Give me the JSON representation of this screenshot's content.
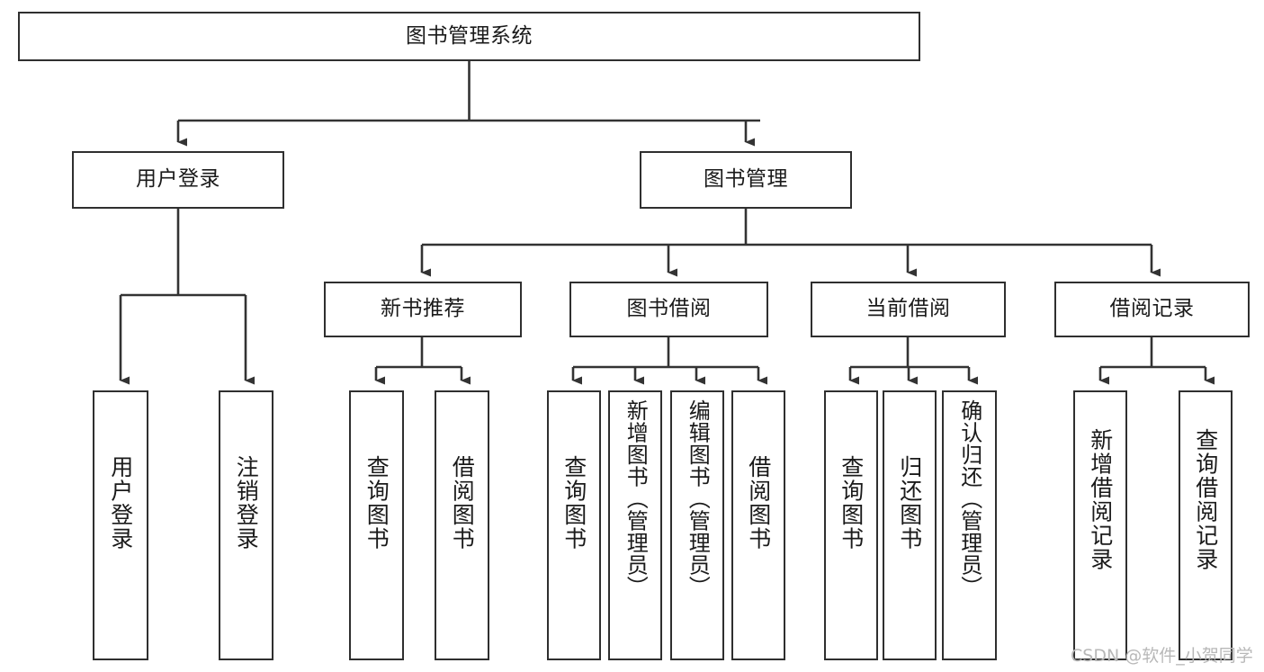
{
  "diagram": {
    "title": "图书管理系统",
    "type": "tree-hierarchy-chart",
    "root": {
      "id": "root",
      "label": "图书管理系统"
    },
    "level2": [
      {
        "id": "user-login",
        "label": "用户登录"
      },
      {
        "id": "book-management",
        "label": "图书管理"
      }
    ],
    "level3": [
      {
        "id": "new-book-recommend",
        "label": "新书推荐"
      },
      {
        "id": "book-borrow",
        "label": "图书借阅"
      },
      {
        "id": "current-borrow",
        "label": "当前借阅"
      },
      {
        "id": "borrow-record",
        "label": "借阅记录"
      }
    ],
    "leaves": {
      "user_login": [
        {
          "id": "leaf-user-login",
          "label": "用户登录"
        },
        {
          "id": "leaf-logout-login",
          "label": "注销登录"
        }
      ],
      "new_book_recommend": [
        {
          "id": "leaf-query-book-1",
          "label": "查询图书"
        },
        {
          "id": "leaf-borrow-book-1",
          "label": "借阅图书"
        }
      ],
      "book_borrow": [
        {
          "id": "leaf-query-book-2",
          "label": "查询图书"
        },
        {
          "id": "leaf-add-book",
          "label": "新增图书（管理员）"
        },
        {
          "id": "leaf-edit-book",
          "label": "编辑图书（管理员）"
        },
        {
          "id": "leaf-borrow-book-2",
          "label": "借阅图书"
        }
      ],
      "current_borrow": [
        {
          "id": "leaf-query-book-3",
          "label": "查询图书"
        },
        {
          "id": "leaf-return-book",
          "label": "归还图书"
        },
        {
          "id": "leaf-confirm-return",
          "label": "确认归还（管理员）"
        }
      ],
      "borrow_record": [
        {
          "id": "leaf-add-record",
          "label": "新增借阅记录"
        },
        {
          "id": "leaf-query-record",
          "label": "查询借阅记录"
        }
      ]
    }
  },
  "watermark": {
    "text": "CSDN @软件_小贺同学"
  },
  "colors": {
    "box_border": "#2f2f2f",
    "box_fill": "#ffffff",
    "line": "#333333",
    "text": "#1a1a1a",
    "watermark": "#b8b8b8",
    "background": "#ffffff"
  }
}
